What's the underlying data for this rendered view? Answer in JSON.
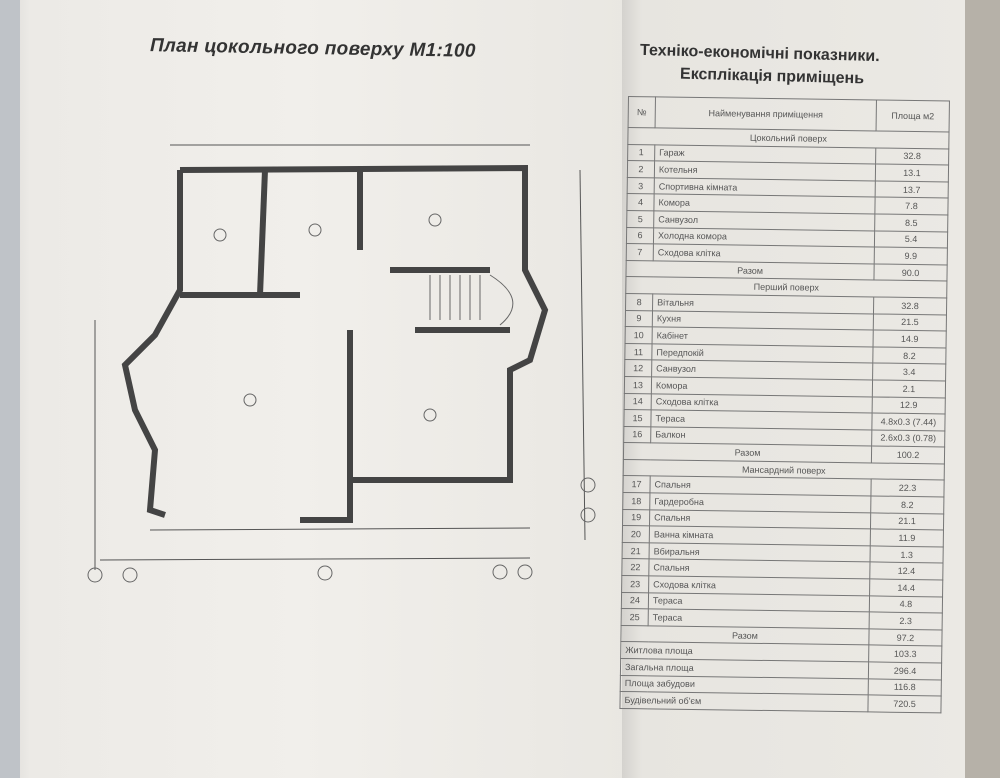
{
  "plan": {
    "title": "План цокольного поверху  М1:100"
  },
  "header": {
    "title": "Техніко-економічні показники.",
    "subtitle": "Експлікація приміщень"
  },
  "table": {
    "columns": [
      "№",
      "Найменування приміщення",
      "Площа м2"
    ],
    "sections": [
      {
        "title": "Цокольний поверх",
        "rows": [
          [
            "1",
            "Гараж",
            "32.8"
          ],
          [
            "2",
            "Котельня",
            "13.1"
          ],
          [
            "3",
            "Спортивна кімната",
            "13.7"
          ],
          [
            "4",
            "Комора",
            "7.8"
          ],
          [
            "5",
            "Санвузол",
            "8.5"
          ],
          [
            "6",
            "Холодна комора",
            "5.4"
          ],
          [
            "7",
            "Сходова клітка",
            "9.9"
          ]
        ],
        "total_label": "Разом",
        "total": "90.0"
      },
      {
        "title": "Перший поверх",
        "rows": [
          [
            "8",
            "Вітальня",
            "32.8"
          ],
          [
            "9",
            "Кухня",
            "21.5"
          ],
          [
            "10",
            "Кабінет",
            "14.9"
          ],
          [
            "11",
            "Передпокій",
            "8.2"
          ],
          [
            "12",
            "Санвузол",
            "3.4"
          ],
          [
            "13",
            "Комора",
            "2.1"
          ],
          [
            "14",
            "Сходова клітка",
            "12.9"
          ],
          [
            "15",
            "Тераса",
            "4.8x0.3 (7.44)"
          ],
          [
            "16",
            "Балкон",
            "2.6x0.3 (0.78)"
          ]
        ],
        "total_label": "Разом",
        "total": "100.2"
      },
      {
        "title": "Мансардний поверх",
        "rows": [
          [
            "17",
            "Спальня",
            "22.3"
          ],
          [
            "18",
            "Гардеробна",
            "8.2"
          ],
          [
            "19",
            "Спальня",
            "21.1"
          ],
          [
            "20",
            "Ванна кімната",
            "11.9"
          ],
          [
            "21",
            "Вбиральня",
            "1.3"
          ],
          [
            "22",
            "Спальня",
            "12.4"
          ],
          [
            "23",
            "Сходова клітка",
            "14.4"
          ],
          [
            "24",
            "Тераса",
            "4.8"
          ],
          [
            "25",
            "Тераса",
            "2.3"
          ]
        ],
        "total_label": "Разом",
        "total": "97.2"
      }
    ],
    "summary": [
      [
        "Житлова площа",
        "103.3"
      ],
      [
        "Загальна площа",
        "296.4"
      ],
      [
        "Площа забудови",
        "116.8"
      ],
      [
        "Будівельний об'єм",
        "720.5"
      ]
    ]
  }
}
